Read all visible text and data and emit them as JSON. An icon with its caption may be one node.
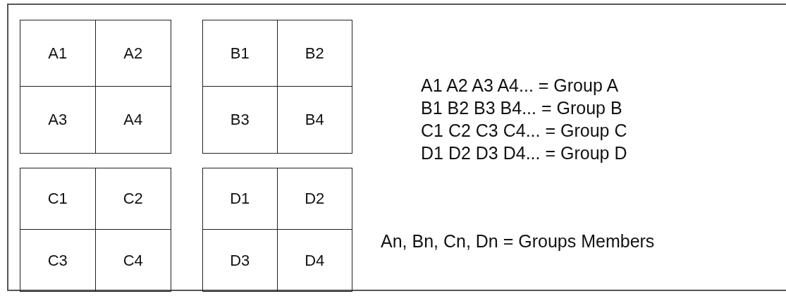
{
  "diagram": {
    "nodes": [
      {
        "text": [],
        "shape": "box"
      },
      {
        "text": [
          "A1"
        ],
        "in": 0
      },
      {
        "text": [
          "A2"
        ],
        "in": 0
      },
      {
        "text": [
          "A3"
        ],
        "in": 0
      },
      {
        "text": [
          "A4"
        ],
        "in": 0
      },
      {
        "text": [],
        "shape": "box"
      },
      {
        "text": [
          "B1"
        ],
        "in": 5
      },
      {
        "text": [
          "B2"
        ],
        "in": 5
      },
      {
        "text": [
          "B3"
        ],
        "in": 5
      },
      {
        "text": [
          "B4"
        ],
        "in": 5
      },
      {
        "text": [],
        "shape": "box"
      },
      {
        "text": [
          "C1"
        ],
        "in": 10
      },
      {
        "text": [
          "C2"
        ],
        "in": 10
      },
      {
        "text": [
          "C3"
        ],
        "in": 10
      },
      {
        "text": [
          "C4"
        ],
        "in": 10
      },
      {
        "text": [],
        "shape": "box"
      },
      {
        "text": [
          "D1"
        ],
        "in": 15
      },
      {
        "text": [
          "D2"
        ],
        "in": 15
      },
      {
        "text": [
          "D3"
        ],
        "in": 15
      },
      {
        "text": [
          "D4"
        ],
        "in": 15
      }
    ],
    "labels": [
      "A1 A2 A3 A4... = Group A",
      "B1 B2 B3 B4... = Group B",
      "C1 C2 C3 C4... = Group C",
      "D1 D2 D3 D4... = Group D",
      "An, Bn, Cn, Dn = Groups Members"
    ]
  }
}
